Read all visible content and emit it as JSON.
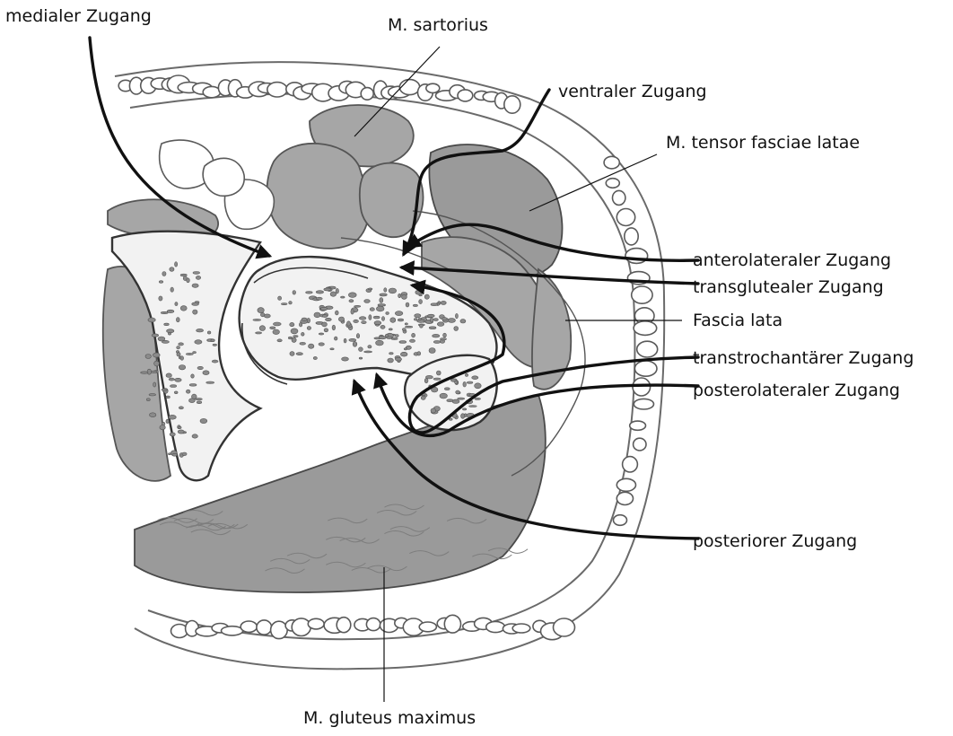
{
  "labels": {
    "medialer": "medialer Zugang",
    "sartorius": "M. sartorius",
    "ventraler": "ventraler Zugang",
    "tensor": "M. tensor fasciae latae",
    "anterolateraler": "anterolateraler Zugang",
    "transgluteal": "transglutealer Zugang",
    "fascia_lata": "Fascia lata",
    "transtrochanter": "transtrochantärer Zugang",
    "posterolateraler": "posterolateraler Zugang",
    "posteriorer": "posteriorer Zugang",
    "gluteus": "M. gluteus maximus"
  },
  "colors": {
    "muscle": "#a6a6a6",
    "bone": "#f2f2f2",
    "arrow": "#111111",
    "background": "#ffffff"
  }
}
